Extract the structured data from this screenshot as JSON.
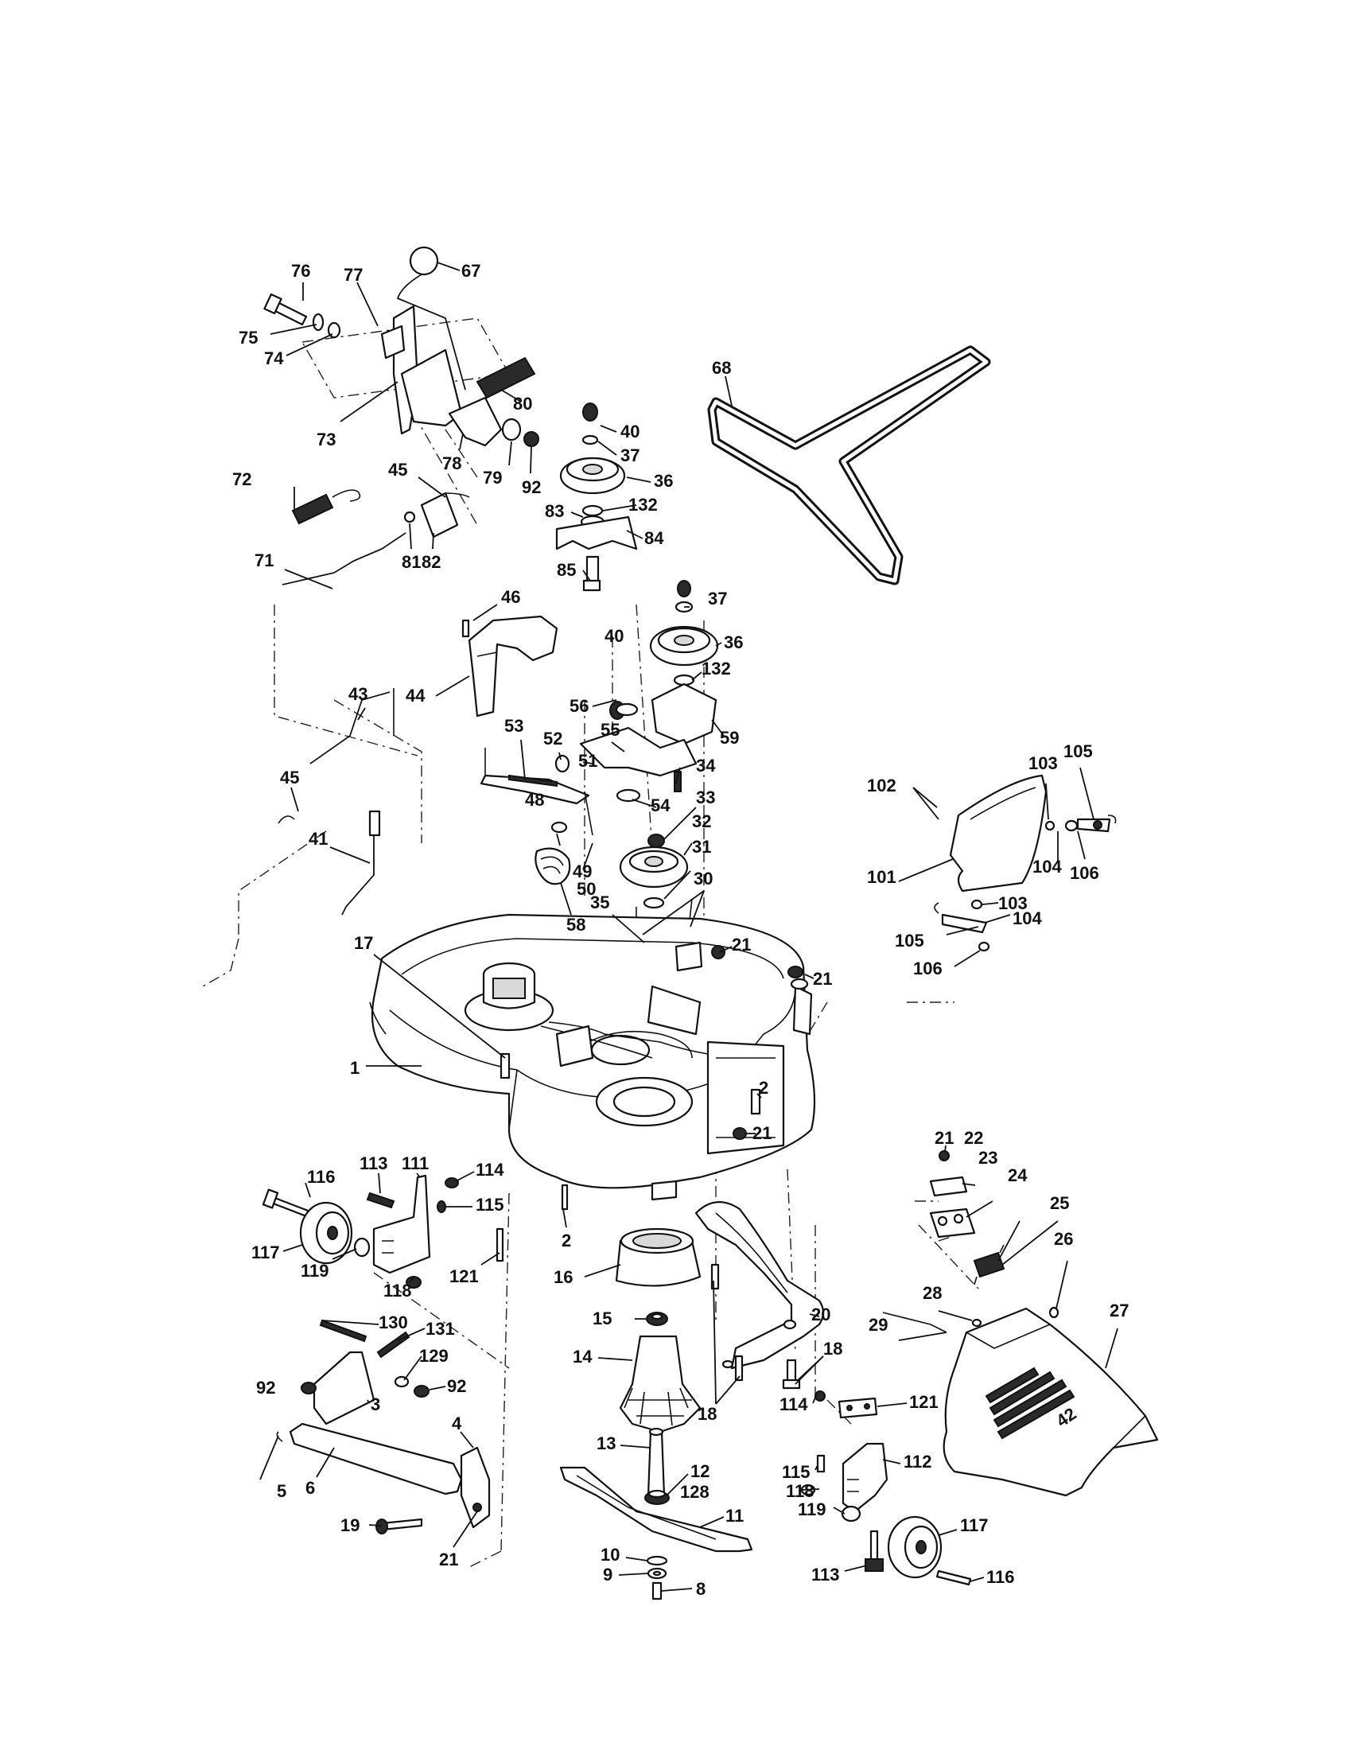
{
  "parts": [
    {
      "id": "p76",
      "label": "76"
    },
    {
      "id": "p77",
      "label": "77"
    },
    {
      "id": "p67",
      "label": "67"
    },
    {
      "id": "p75",
      "label": "75"
    },
    {
      "id": "p74",
      "label": "74"
    },
    {
      "id": "p80",
      "label": "80"
    },
    {
      "id": "p73",
      "label": "73"
    },
    {
      "id": "p78",
      "label": "78"
    },
    {
      "id": "p79",
      "label": "79"
    },
    {
      "id": "p92a",
      "label": "92"
    },
    {
      "id": "p72",
      "label": "72"
    },
    {
      "id": "p45a",
      "label": "45"
    },
    {
      "id": "p81",
      "label": "81"
    },
    {
      "id": "p82",
      "label": "82"
    },
    {
      "id": "p71",
      "label": "71"
    },
    {
      "id": "p40a",
      "label": "40"
    },
    {
      "id": "p37a",
      "label": "37"
    },
    {
      "id": "p36a",
      "label": "36"
    },
    {
      "id": "p132a",
      "label": "132"
    },
    {
      "id": "p83",
      "label": "83"
    },
    {
      "id": "p84",
      "label": "84"
    },
    {
      "id": "p85",
      "label": "85"
    },
    {
      "id": "p68",
      "label": "68"
    },
    {
      "id": "p46",
      "label": "46"
    },
    {
      "id": "p44",
      "label": "44"
    },
    {
      "id": "p43",
      "label": "43"
    },
    {
      "id": "p45b",
      "label": "45"
    },
    {
      "id": "p41",
      "label": "41"
    },
    {
      "id": "p53",
      "label": "53"
    },
    {
      "id": "p52",
      "label": "52"
    },
    {
      "id": "p55",
      "label": "55"
    },
    {
      "id": "p51",
      "label": "51"
    },
    {
      "id": "p56",
      "label": "56"
    },
    {
      "id": "p40b",
      "label": "40"
    },
    {
      "id": "p37b",
      "label": "37"
    },
    {
      "id": "p36b",
      "label": "36"
    },
    {
      "id": "p132b",
      "label": "132"
    },
    {
      "id": "p59",
      "label": "59"
    },
    {
      "id": "p34",
      "label": "34"
    },
    {
      "id": "p54",
      "label": "54"
    },
    {
      "id": "p33",
      "label": "33"
    },
    {
      "id": "p32",
      "label": "32"
    },
    {
      "id": "p31",
      "label": "31"
    },
    {
      "id": "p30",
      "label": "30"
    },
    {
      "id": "p48",
      "label": "48"
    },
    {
      "id": "p49",
      "label": "49"
    },
    {
      "id": "p50",
      "label": "50"
    },
    {
      "id": "p58",
      "label": "58"
    },
    {
      "id": "p35",
      "label": "35"
    },
    {
      "id": "p17",
      "label": "17"
    },
    {
      "id": "p21a",
      "label": "21"
    },
    {
      "id": "p21b",
      "label": "21"
    },
    {
      "id": "p1",
      "label": "1"
    },
    {
      "id": "p2a",
      "label": "2"
    },
    {
      "id": "p21c",
      "label": "21"
    },
    {
      "id": "p102",
      "label": "102"
    },
    {
      "id": "p103a",
      "label": "103"
    },
    {
      "id": "p105a",
      "label": "105"
    },
    {
      "id": "p101",
      "label": "101"
    },
    {
      "id": "p104a",
      "label": "104"
    },
    {
      "id": "p106a",
      "label": "106"
    },
    {
      "id": "p103b",
      "label": "103"
    },
    {
      "id": "p104b",
      "label": "104"
    },
    {
      "id": "p105b",
      "label": "105"
    },
    {
      "id": "p106b",
      "label": "106"
    },
    {
      "id": "p113a",
      "label": "113"
    },
    {
      "id": "p111",
      "label": "111"
    },
    {
      "id": "p114a",
      "label": "114"
    },
    {
      "id": "p116a",
      "label": "116"
    },
    {
      "id": "p115a",
      "label": "115"
    },
    {
      "id": "p117a",
      "label": "117"
    },
    {
      "id": "p119a",
      "label": "119"
    },
    {
      "id": "p118a",
      "label": "118"
    },
    {
      "id": "p121a",
      "label": "121"
    },
    {
      "id": "p2b",
      "label": "2"
    },
    {
      "id": "p16",
      "label": "16"
    },
    {
      "id": "p15",
      "label": "15"
    },
    {
      "id": "p14",
      "label": "14"
    },
    {
      "id": "p20",
      "label": "20"
    },
    {
      "id": "p18a",
      "label": "18"
    },
    {
      "id": "p18b",
      "label": "18"
    },
    {
      "id": "p21d",
      "label": "21"
    },
    {
      "id": "p22",
      "label": "22"
    },
    {
      "id": "p23",
      "label": "23"
    },
    {
      "id": "p24",
      "label": "24"
    },
    {
      "id": "p25",
      "label": "25"
    },
    {
      "id": "p26",
      "label": "26"
    },
    {
      "id": "p28",
      "label": "28"
    },
    {
      "id": "p27",
      "label": "27"
    },
    {
      "id": "p29",
      "label": "29"
    },
    {
      "id": "p130",
      "label": "130"
    },
    {
      "id": "p131",
      "label": "131"
    },
    {
      "id": "p129",
      "label": "129"
    },
    {
      "id": "p92b",
      "label": "92"
    },
    {
      "id": "p92c",
      "label": "92"
    },
    {
      "id": "p3",
      "label": "3"
    },
    {
      "id": "p4",
      "label": "4"
    },
    {
      "id": "p5",
      "label": "5"
    },
    {
      "id": "p6",
      "label": "6"
    },
    {
      "id": "p19",
      "label": "19"
    },
    {
      "id": "p21e",
      "label": "21"
    },
    {
      "id": "p13",
      "label": "13"
    },
    {
      "id": "p12",
      "label": "12"
    },
    {
      "id": "p128",
      "label": "128"
    },
    {
      "id": "p11",
      "label": "11"
    },
    {
      "id": "p10",
      "label": "10"
    },
    {
      "id": "p9",
      "label": "9"
    },
    {
      "id": "p8",
      "label": "8"
    },
    {
      "id": "p114b",
      "label": "114"
    },
    {
      "id": "p121b",
      "label": "121"
    },
    {
      "id": "p115b",
      "label": "115"
    },
    {
      "id": "p112",
      "label": "112"
    },
    {
      "id": "p118b",
      "label": "118"
    },
    {
      "id": "p119b",
      "label": "119"
    },
    {
      "id": "p117b",
      "label": "117"
    },
    {
      "id": "p113b",
      "label": "113"
    },
    {
      "id": "p116b",
      "label": "116"
    }
  ],
  "shield_emblem": "42"
}
